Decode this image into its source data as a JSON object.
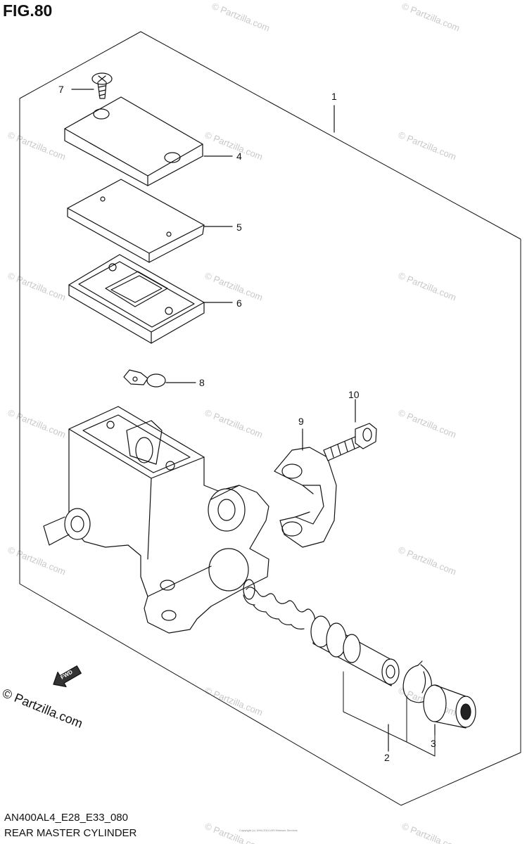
{
  "figure": {
    "title": "FIG.80"
  },
  "callouts": [
    {
      "id": "1",
      "label": "1"
    },
    {
      "id": "2",
      "label": "2"
    },
    {
      "id": "3",
      "label": "3"
    },
    {
      "id": "4",
      "label": "4"
    },
    {
      "id": "5",
      "label": "5"
    },
    {
      "id": "6",
      "label": "6"
    },
    {
      "id": "7",
      "label": "7"
    },
    {
      "id": "8",
      "label": "8"
    },
    {
      "id": "9",
      "label": "9"
    },
    {
      "id": "10",
      "label": "10"
    }
  ],
  "fwd_label": "FWD",
  "brand": "© Partzilla.com",
  "watermark": "© Partzilla.com",
  "footer": {
    "code": "AN400AL4_E28_E33_080",
    "title": "REAR MASTER CYLINDER"
  },
  "credit": "Copyright (c) 1994-2014 ARI Network Services"
}
